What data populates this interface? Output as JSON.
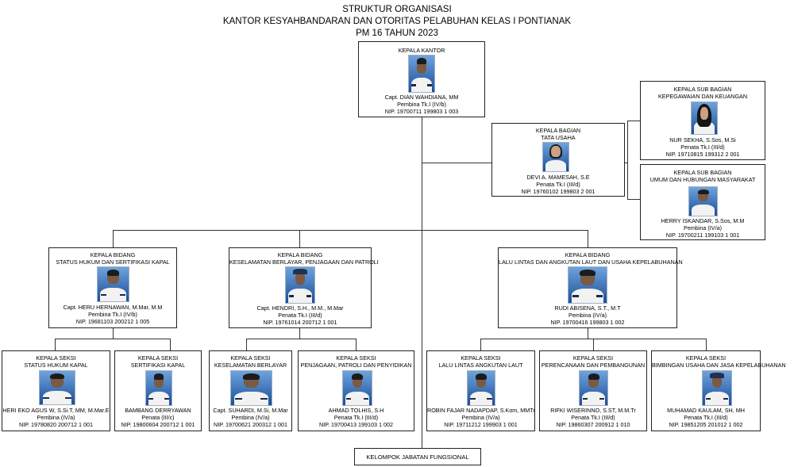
{
  "header": {
    "line1": "STRUKTUR ORGANISASI",
    "line2": "KANTOR KESYAHBANDARAN DAN OTORITAS PELABUHAN KELAS I PONTIANAK",
    "line3": "PM 16 TAHUN 2023"
  },
  "kepala_kantor": {
    "role": [
      "KEPALA KANTOR"
    ],
    "name": "Capt. DIAN WAHDIANA, MM",
    "rank": "Pembina Tk.I (IV/b)",
    "nip": "NIP. 19700711 199803 1 003"
  },
  "tata_usaha": {
    "role": [
      "KEPALA BAGIAN",
      "TATA USAHA"
    ],
    "name": "DEVI A. MAMESAH, S.E",
    "rank": "Penata Tk.I (III/d)",
    "nip": "NIP. 19760102 199803 2 001"
  },
  "sub_kepegawaian": {
    "role": [
      "KEPALA SUB BAGIAN",
      "KEPEGAWAIAN DAN KEUANGAN"
    ],
    "name": "NUR SEKHA, S.Sos, M.Si",
    "rank": "Penata Tk.I (III/d)",
    "nip": "NIP. 19710815 199312 2 001"
  },
  "sub_umum": {
    "role": [
      "KEPALA SUB BAGIAN",
      "UMUM DAN HUBUNGAN MASYARAKAT"
    ],
    "name": "HERRY ISKANDAR, S.Sos, M.M",
    "rank": "Pembina (IV/a)",
    "nip": "NIP. 19700211 199103 1 001"
  },
  "bidang_hukum": {
    "role": [
      "KEPALA BIDANG",
      "STATUS HUKUM DAN SERTIFIKASI KAPAL"
    ],
    "name": "Capt. HERU HERNAWAN, M.Mar, M.M",
    "rank": "Pembina Tk.I (IV/b)",
    "nip": "NIP. 19681103 200212 1 005"
  },
  "bidang_keselamatan": {
    "role": [
      "KEPALA BIDANG",
      "KESELAMATAN BERLAYAR, PENJAGAAN DAN PATROLI"
    ],
    "name": "Capt. HENDRI, S.H., M.M., M.Mar",
    "rank": "Penata Tk.I (III/d)",
    "nip": "NIP. 19761014 200712 1 001"
  },
  "bidang_lalu_lintas": {
    "role": [
      "KEPALA BIDANG",
      "LALU LINTAS DAN ANGKUTAN LAUT DAN USAHA KEPELABUHANAN"
    ],
    "name": "RUDI ABISENA, S.T., M.T",
    "rank": "Pembina (IV/a)",
    "nip": "NIP. 19700416 199803 1 002"
  },
  "seksi_status": {
    "role": [
      "KEPALA SEKSI",
      "STATUS HUKUM KAPAL"
    ],
    "name": "HERI EKO AGUS W, S.Si.T, MM, M.Mar.E",
    "rank": "Pembina (IV/a)",
    "nip": "NIP. 19780820 200712 1 001"
  },
  "seksi_sertifikasi": {
    "role": [
      "KEPALA SEKSI",
      "SERTIFIKASI KAPAL"
    ],
    "name": "BAMBANG DERRYAWAN",
    "rank": "Penata (III/c)",
    "nip": "NIP. 19800604 200712 1 001"
  },
  "seksi_keselamatan": {
    "role": [
      "KEPALA SEKSI",
      "KESELAMATAN BERLAYAR"
    ],
    "name": "Capt. SUHARDI, M.Si, M.Mar",
    "rank": "Pembina (IV/a)",
    "nip": "NIP. 19700621 200312 1 001"
  },
  "seksi_penjagaan": {
    "role": [
      "KEPALA SEKSI",
      "PENJAGAAN, PATROLI DAN PENYIDIKAN"
    ],
    "name": "AHMAD TOLHIS, S.H",
    "rank": "Penata Tk.I (III/d)",
    "nip": "NIP. 19700413 199103 1 002"
  },
  "seksi_lalu_lintas": {
    "role": [
      "KEPALA SEKSI",
      "LALU LINTAS ANGKUTAN LAUT"
    ],
    "name": "ROBIN FAJAR NADAPDAP, S.Kom, MMTr",
    "rank": "Pembina (IV/a)",
    "nip": "NIP. 19711212 199903 1 001"
  },
  "seksi_perencanaan": {
    "role": [
      "KEPALA SEKSI",
      "PERENCANAAN DAN PEMBANGUNAN"
    ],
    "name": "RIFKI WISERINNO, S.ST, M.M.Tr",
    "rank": "Penata Tk.I (III/d)",
    "nip": "NIP. 19860307 200912 1 010"
  },
  "seksi_bimbingan": {
    "role": [
      "KEPALA SEKSI",
      "BIMBINGAN USAHA DAN JASA KEPELABUHANAN"
    ],
    "name": "MUHAMAD KAULAM, SH, MH",
    "rank": "Penata Tk.I (III/d)",
    "nip": "NIP. 19851205 201012 1 002"
  },
  "fungsional": {
    "label": "KELOMPOK JABATAN FUNGSIONAL"
  },
  "colors": {
    "line": "#333333",
    "border": "#222222",
    "photo_bg": "#1b4f9a"
  }
}
